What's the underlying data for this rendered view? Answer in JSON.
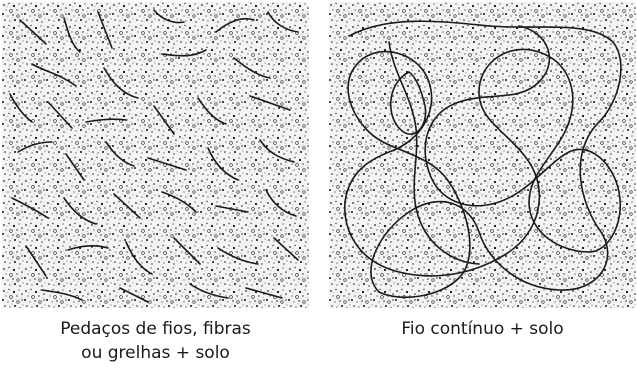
{
  "figure": {
    "left_panel": {
      "caption_line1": "Pedaços de fios, fibras",
      "caption_line2": "ou grelhas + solo"
    },
    "right_panel": {
      "caption_line1": "Fio contínuo + solo"
    }
  },
  "colors": {
    "ink": "#1a1a1a",
    "background": "#ffffff"
  }
}
